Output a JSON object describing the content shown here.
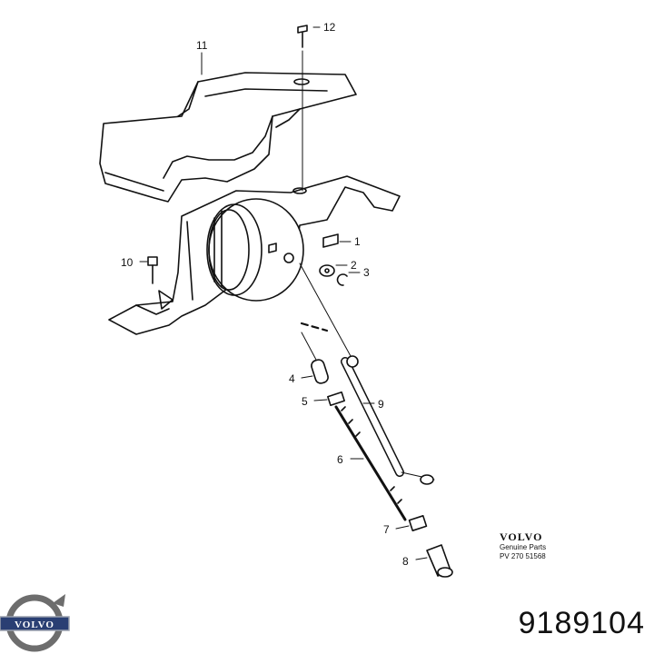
{
  "callouts": [
    {
      "label": "1"
    },
    {
      "label": "2"
    },
    {
      "label": "3"
    },
    {
      "label": "4"
    },
    {
      "label": "5"
    },
    {
      "label": "6"
    },
    {
      "label": "7"
    },
    {
      "label": "8"
    },
    {
      "label": "9"
    },
    {
      "label": "10"
    },
    {
      "label": "11"
    },
    {
      "label": "12"
    }
  ],
  "stamp": {
    "brand": "VOLVO",
    "subtitle": "Genuine Parts",
    "code": "PV 270 51568"
  },
  "part_number": "9189104",
  "logo": {
    "text": "VOLVO"
  },
  "colors": {
    "ink": "#111111",
    "logo_ring": "#6d6d6d",
    "logo_band": "#2a3f73"
  }
}
